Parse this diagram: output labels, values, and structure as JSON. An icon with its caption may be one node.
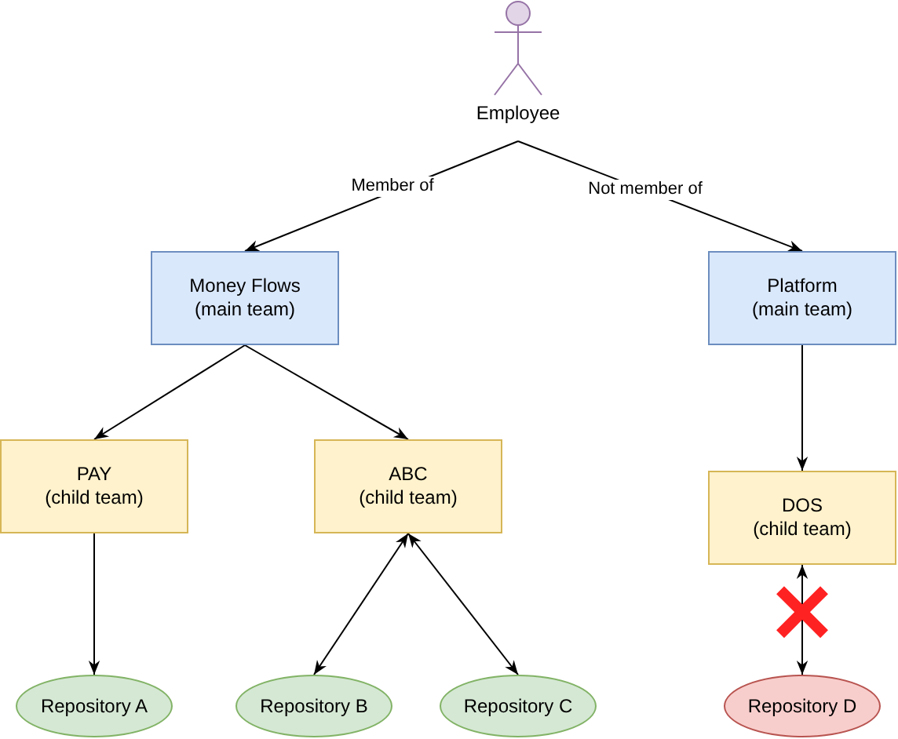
{
  "diagram": {
    "nodes": [
      {
        "text": [
          "Employee"
        ]
      },
      {
        "text": [
          "Money Flows",
          "(main team)"
        ]
      },
      {
        "text": [
          "Platform",
          "(main team)"
        ]
      },
      {
        "text": [
          "PAY",
          "(child team)"
        ]
      },
      {
        "text": [
          "ABC",
          "(child team)"
        ]
      },
      {
        "text": [
          "DOS",
          "(child team)"
        ]
      },
      {
        "text": [
          "Repository A"
        ]
      },
      {
        "text": [
          "Repository B"
        ]
      },
      {
        "text": [
          "Repository C"
        ]
      },
      {
        "text": [
          "Repository D"
        ]
      }
    ],
    "edges": [
      {
        "from": 0,
        "to": 1,
        "arrow": "to",
        "label": "Member of"
      },
      {
        "from": 0,
        "to": 2,
        "arrow": "to",
        "label": "Not member of"
      },
      {
        "from": 1,
        "to": 3,
        "arrow": "to"
      },
      {
        "from": 1,
        "to": 4,
        "arrow": "to"
      },
      {
        "from": 3,
        "to": 6,
        "arrow": "to"
      },
      {
        "from": 4,
        "to": 7,
        "arrow": "both"
      },
      {
        "from": 4,
        "to": 8,
        "arrow": "both"
      },
      {
        "from": 2,
        "to": 5,
        "arrow": "to"
      },
      {
        "from": 5,
        "to": 9,
        "arrow": "both"
      }
    ]
  }
}
